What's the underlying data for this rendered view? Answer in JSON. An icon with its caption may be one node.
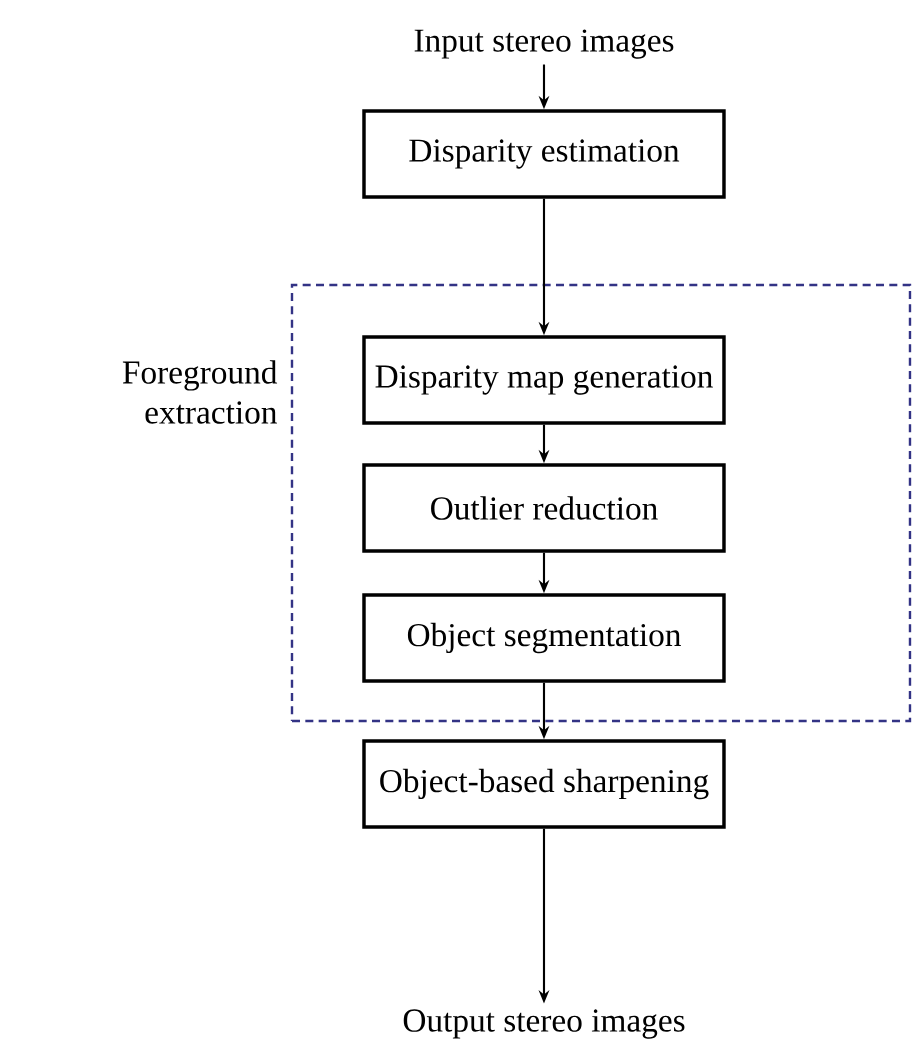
{
  "diagram": {
    "nodes": [
      {
        "text": [
          "Input stereo images"
        ]
      },
      {
        "text": [
          "Disparity estimation"
        ]
      },
      {
        "text": [
          "Foreground extraction"
        ]
      },
      {
        "text": [
          "Disparity map generation"
        ],
        "in": 2
      },
      {
        "text": [
          "Outlier reduction"
        ],
        "in": 2
      },
      {
        "text": [
          "Object segmentation"
        ],
        "in": 2
      },
      {
        "text": [
          "Object-based sharpening"
        ]
      },
      {
        "text": [
          "Output stereo images"
        ]
      }
    ],
    "edges": [
      {
        "from": 0,
        "to": 1,
        "arrow": "to"
      },
      {
        "from": 1,
        "to": 3,
        "arrow": "to"
      },
      {
        "from": 3,
        "to": 4,
        "arrow": "to"
      },
      {
        "from": 4,
        "to": 5,
        "arrow": "to"
      },
      {
        "from": 5,
        "to": 6,
        "arrow": "to"
      },
      {
        "from": 6,
        "to": 7,
        "arrow": "to"
      }
    ]
  }
}
